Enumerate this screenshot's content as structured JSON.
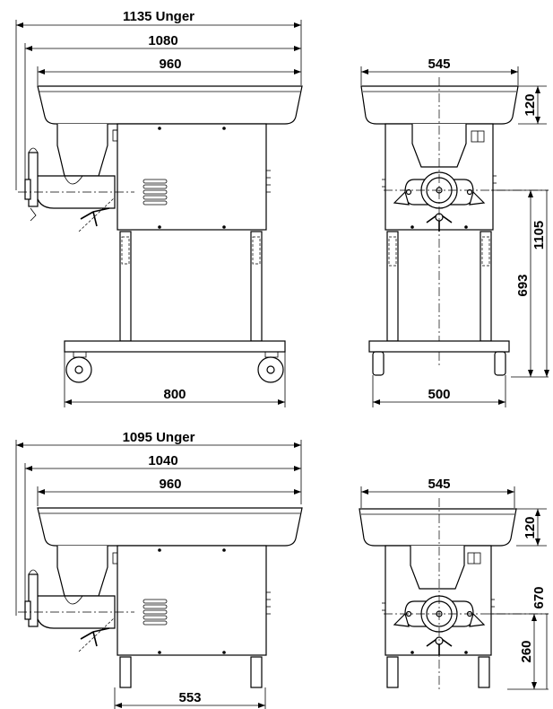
{
  "top": {
    "front": {
      "overall_width_label": "1135 Unger",
      "width_label": "1080",
      "tray_width_label": "960",
      "stand_width_label": "800"
    },
    "side": {
      "tray_width_label": "545",
      "tray_height_label": "120",
      "total_height_label": "1105",
      "outlet_height_label": "693",
      "stand_depth_label": "500"
    }
  },
  "bottom": {
    "front": {
      "overall_width_label": "1095 Unger",
      "width_label": "1040",
      "tray_width_label": "960",
      "base_width_label": "553"
    },
    "side": {
      "tray_width_label": "545",
      "tray_height_label": "120",
      "total_height_label": "670",
      "outlet_height_label": "260"
    }
  }
}
